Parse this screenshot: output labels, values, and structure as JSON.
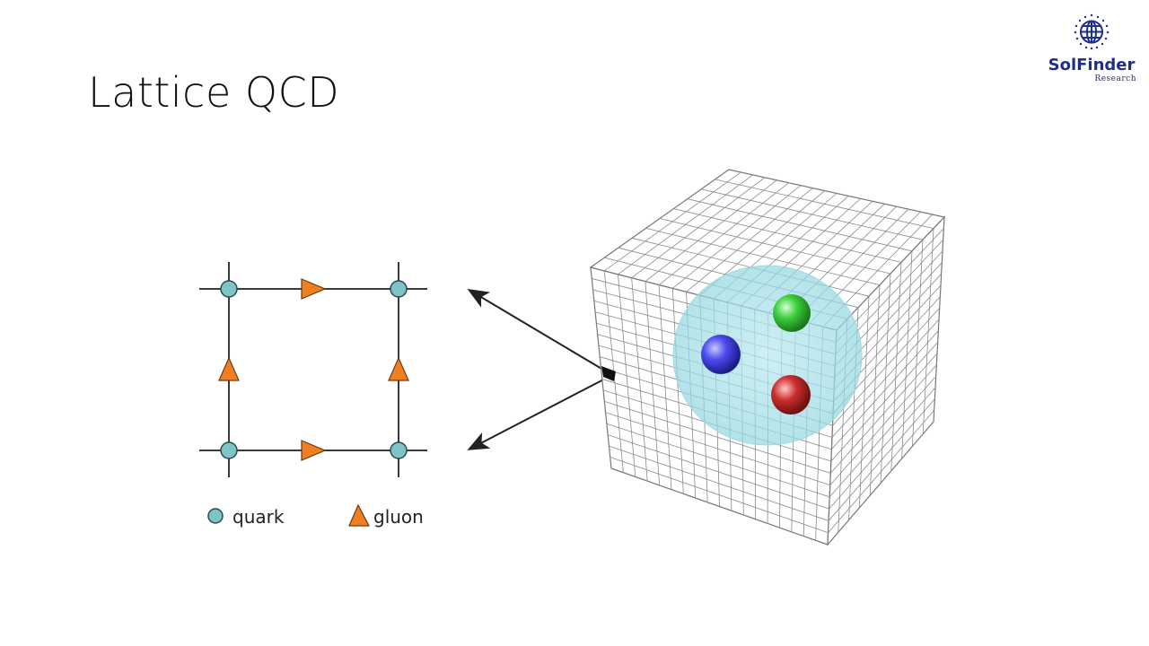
{
  "slide": {
    "title": "Lattice QCD"
  },
  "logo": {
    "name": "SolFinder",
    "subtitle": "Research",
    "icon": "globe-icon"
  },
  "legend": {
    "quark_label": "quark",
    "gluon_label": "gluon"
  },
  "colors": {
    "quark": "#7ec3c8",
    "gluon": "#f07f21",
    "lattice_line": "#333333",
    "sphere_fill": "#a8e0e8",
    "particle_blue": "#3a3ad8",
    "particle_green": "#3ccf3c",
    "particle_red": "#c42a2a",
    "logo": "#1f2d8c"
  },
  "particles": [
    "blue",
    "green",
    "red"
  ]
}
